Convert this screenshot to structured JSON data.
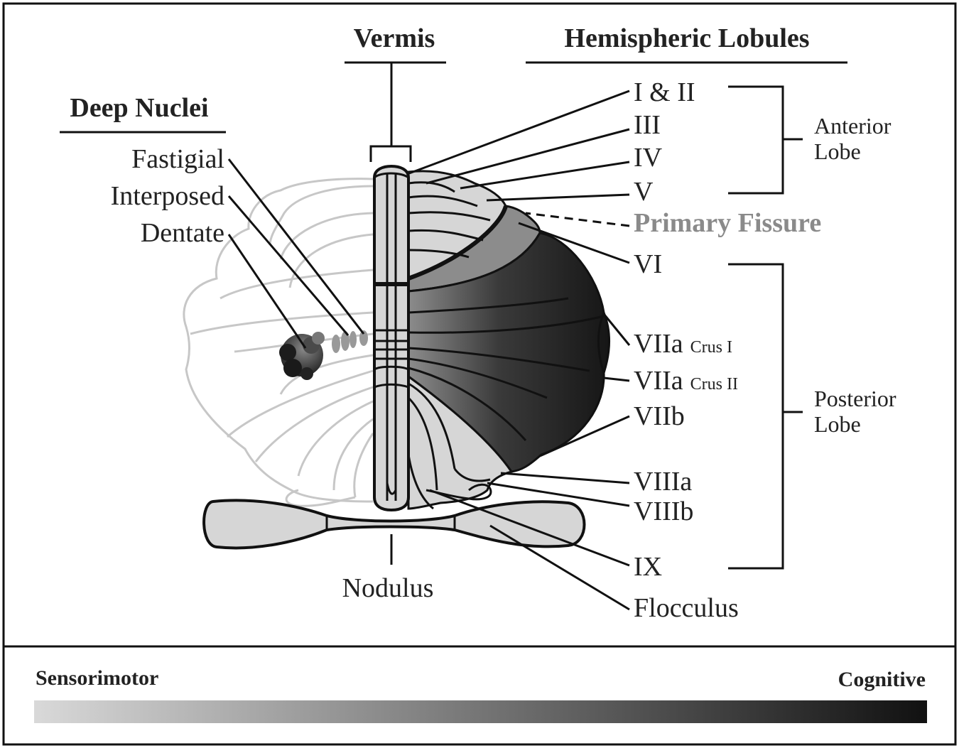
{
  "headers": {
    "vermis": "Vermis",
    "hemispheric": "Hemispheric Lobules",
    "deep_nuclei": "Deep Nuclei"
  },
  "nuclei": [
    "Fastigial",
    "Interposed",
    "Dentate"
  ],
  "lobules": {
    "i_ii": "I & II",
    "iii": "III",
    "iv": "IV",
    "v": "V",
    "primary_fissure": "Primary Fissure",
    "vi": "VI",
    "viia1": "VIIa",
    "crus1": "Crus I",
    "viia2": "VIIa",
    "crus2": "Crus II",
    "viib": "VIIb",
    "viiia": "VIIIa",
    "viiib": "VIIIb",
    "ix": "IX",
    "flocculus": "Flocculus",
    "nodulus": "Nodulus"
  },
  "lobes": {
    "anterior_1": "Anterior",
    "anterior_2": "Lobe",
    "posterior_1": "Posterior",
    "posterior_2": "Lobe"
  },
  "scale": {
    "left": "Sensorimotor",
    "right": "Cognitive",
    "color_start": "#d9d9d9",
    "color_end": "#111111"
  },
  "colors": {
    "light_region": "#d6d6d6",
    "mid_region": "#8c8c8c",
    "dark_region": "#161616",
    "ghost_outline": "#c7c7c7"
  }
}
